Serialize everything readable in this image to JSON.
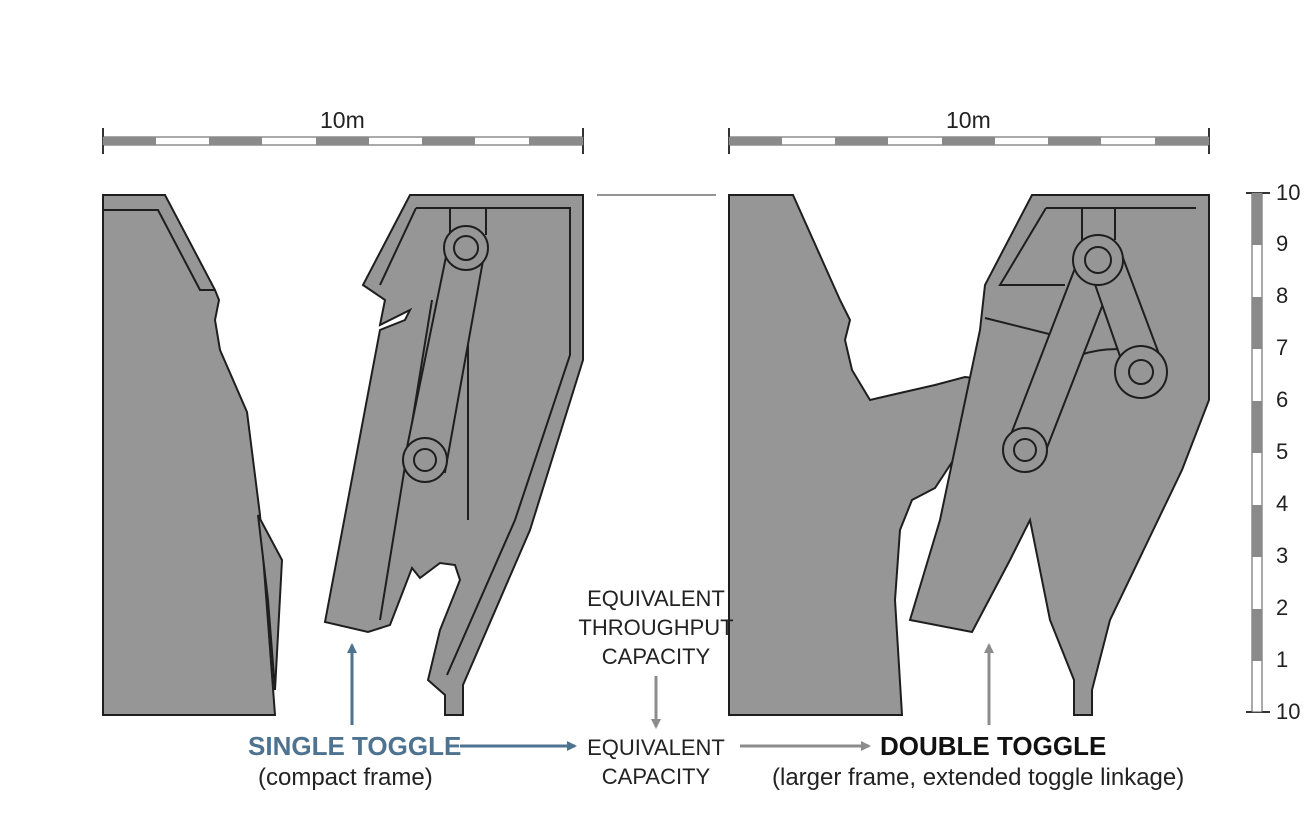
{
  "scale_bars": {
    "left_label": "10m",
    "right_label": "10m"
  },
  "vertical_scale": {
    "ticks": [
      "10",
      "9",
      "8",
      "7",
      "6",
      "5",
      "4",
      "3",
      "2",
      "1",
      "10"
    ]
  },
  "single_toggle": {
    "title": "SINGLE TOGGLE",
    "subtitle": "(compact frame)"
  },
  "double_toggle": {
    "title": "DOUBLE TOGGLE",
    "subtitle": "(larger frame, extended toggle linkage)"
  },
  "middle": {
    "throughput_line1": "EQUIVALENT",
    "throughput_line2": "THROUGHPUT",
    "throughput_line3": "CAPACITY",
    "capacity_line1": "EQUIVALENT",
    "capacity_line2": "CAPACITY"
  },
  "colors": {
    "body_fill": "#969696",
    "outline": "#1e1e1e",
    "single_accent": "#4d7391",
    "arrow_gray": "#8c8c8c",
    "scale_dark": "#8a8a8a"
  }
}
